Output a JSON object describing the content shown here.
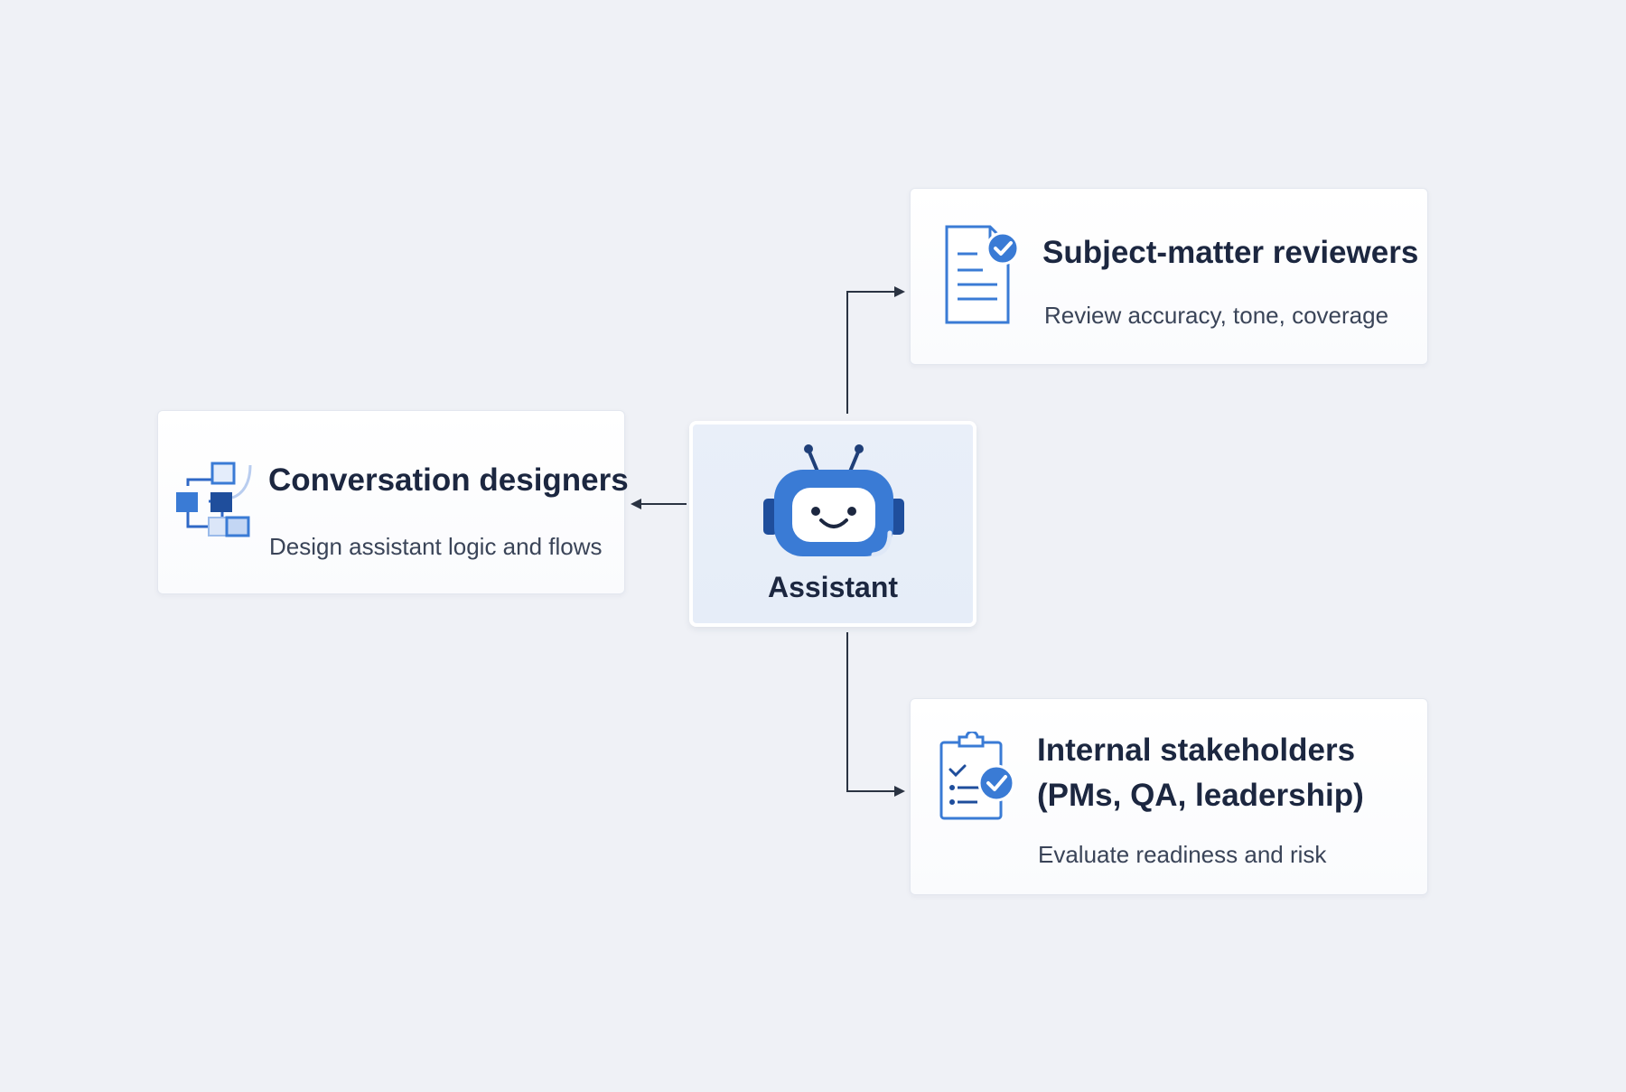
{
  "hub": {
    "label": "Assistant",
    "icon": "robot-icon"
  },
  "roles": [
    {
      "id": "conversation-designers",
      "title": "Conversation designers",
      "description": "Design assistant logic and flows",
      "icon": "flowchart-icon"
    },
    {
      "id": "subject-matter-reviewers",
      "title": "Subject-matter reviewers",
      "description": "Review accuracy, tone, coverage",
      "icon": "document-check-icon"
    },
    {
      "id": "internal-stakeholders",
      "title_line1": "Internal stakeholders",
      "title_line2": "(PMs, QA, leadership)",
      "description": "Evaluate readiness and risk",
      "icon": "clipboard-check-icon"
    }
  ],
  "colors": {
    "background": "#eff1f6",
    "accent": "#3a7bd5",
    "accent_dark": "#1f4e9c",
    "text": "#1c2740",
    "connector": "#2a3342"
  }
}
